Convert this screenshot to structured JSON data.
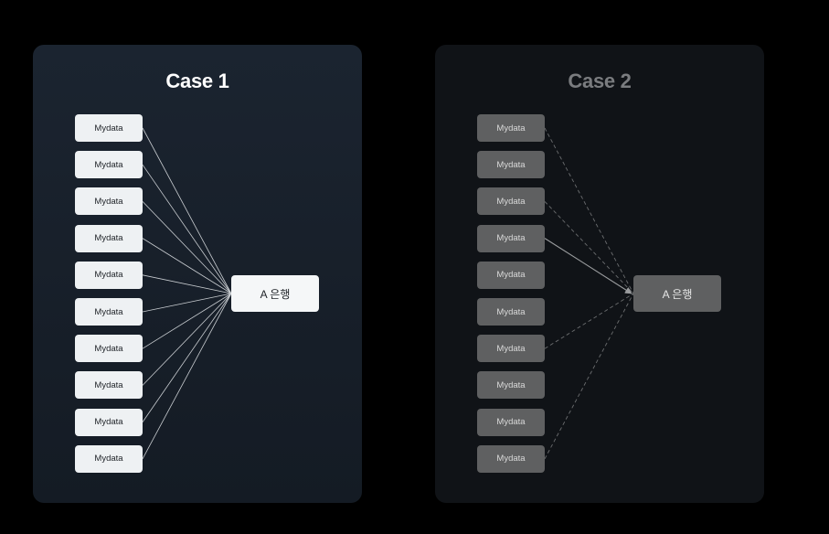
{
  "case1": {
    "title": "Case 1",
    "nodes": [
      "Mydata",
      "Mydata",
      "Mydata",
      "Mydata",
      "Mydata",
      "Mydata",
      "Mydata",
      "Mydata",
      "Mydata",
      "Mydata"
    ],
    "target": "A 은행",
    "connections": [
      {
        "from": 0,
        "style": "solid"
      },
      {
        "from": 1,
        "style": "solid"
      },
      {
        "from": 2,
        "style": "solid"
      },
      {
        "from": 3,
        "style": "solid"
      },
      {
        "from": 4,
        "style": "solid"
      },
      {
        "from": 5,
        "style": "solid"
      },
      {
        "from": 6,
        "style": "solid"
      },
      {
        "from": 7,
        "style": "solid"
      },
      {
        "from": 8,
        "style": "solid"
      },
      {
        "from": 9,
        "style": "solid"
      }
    ]
  },
  "case2": {
    "title": "Case 2",
    "nodes": [
      "Mydata",
      "Mydata",
      "Mydata",
      "Mydata",
      "Mydata",
      "Mydata",
      "Mydata",
      "Mydata",
      "Mydata",
      "Mydata"
    ],
    "target": "A 은행",
    "connections": [
      {
        "from": 0,
        "style": "dashed"
      },
      {
        "from": 2,
        "style": "dashed"
      },
      {
        "from": 3,
        "style": "solid-arrow"
      },
      {
        "from": 6,
        "style": "dashed"
      },
      {
        "from": 9,
        "style": "dashed"
      }
    ]
  },
  "colors": {
    "background": "#000000",
    "panel1": "#18202b",
    "panel2": "#101317",
    "node_active": "#eef1f3",
    "node_inactive": "#5f6061",
    "edge_case1": "#c8ccd0",
    "edge_case2": "#6c6e70"
  }
}
